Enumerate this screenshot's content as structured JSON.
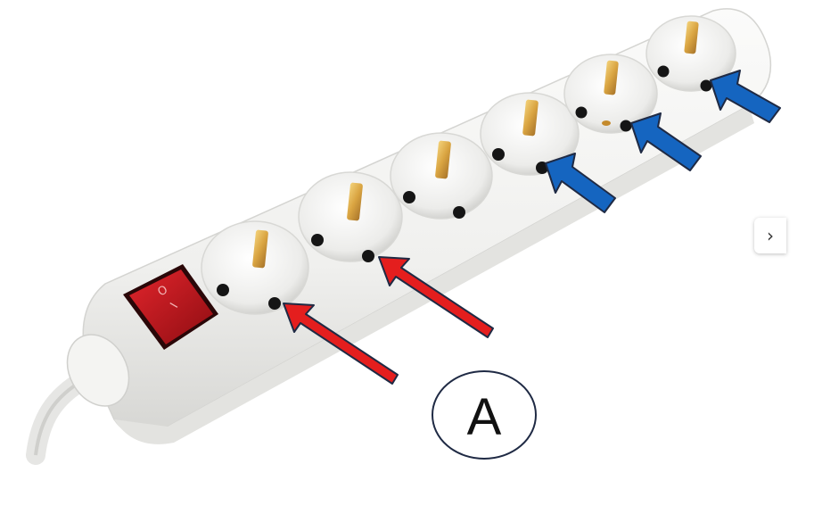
{
  "annotation": {
    "label": "A"
  },
  "switch": {
    "on_mark": "I",
    "off_mark": "O"
  },
  "carousel": {
    "next_glyph": "›"
  },
  "colors": {
    "strip_body": "#f2f2f0",
    "strip_shadow": "#d9d9d6",
    "switch_red": "#c0141c",
    "arrow_red": "#e41e1e",
    "arrow_blue": "#1565c0",
    "arrow_outline": "#1f2a44",
    "brass_contact": "#d9a441"
  }
}
